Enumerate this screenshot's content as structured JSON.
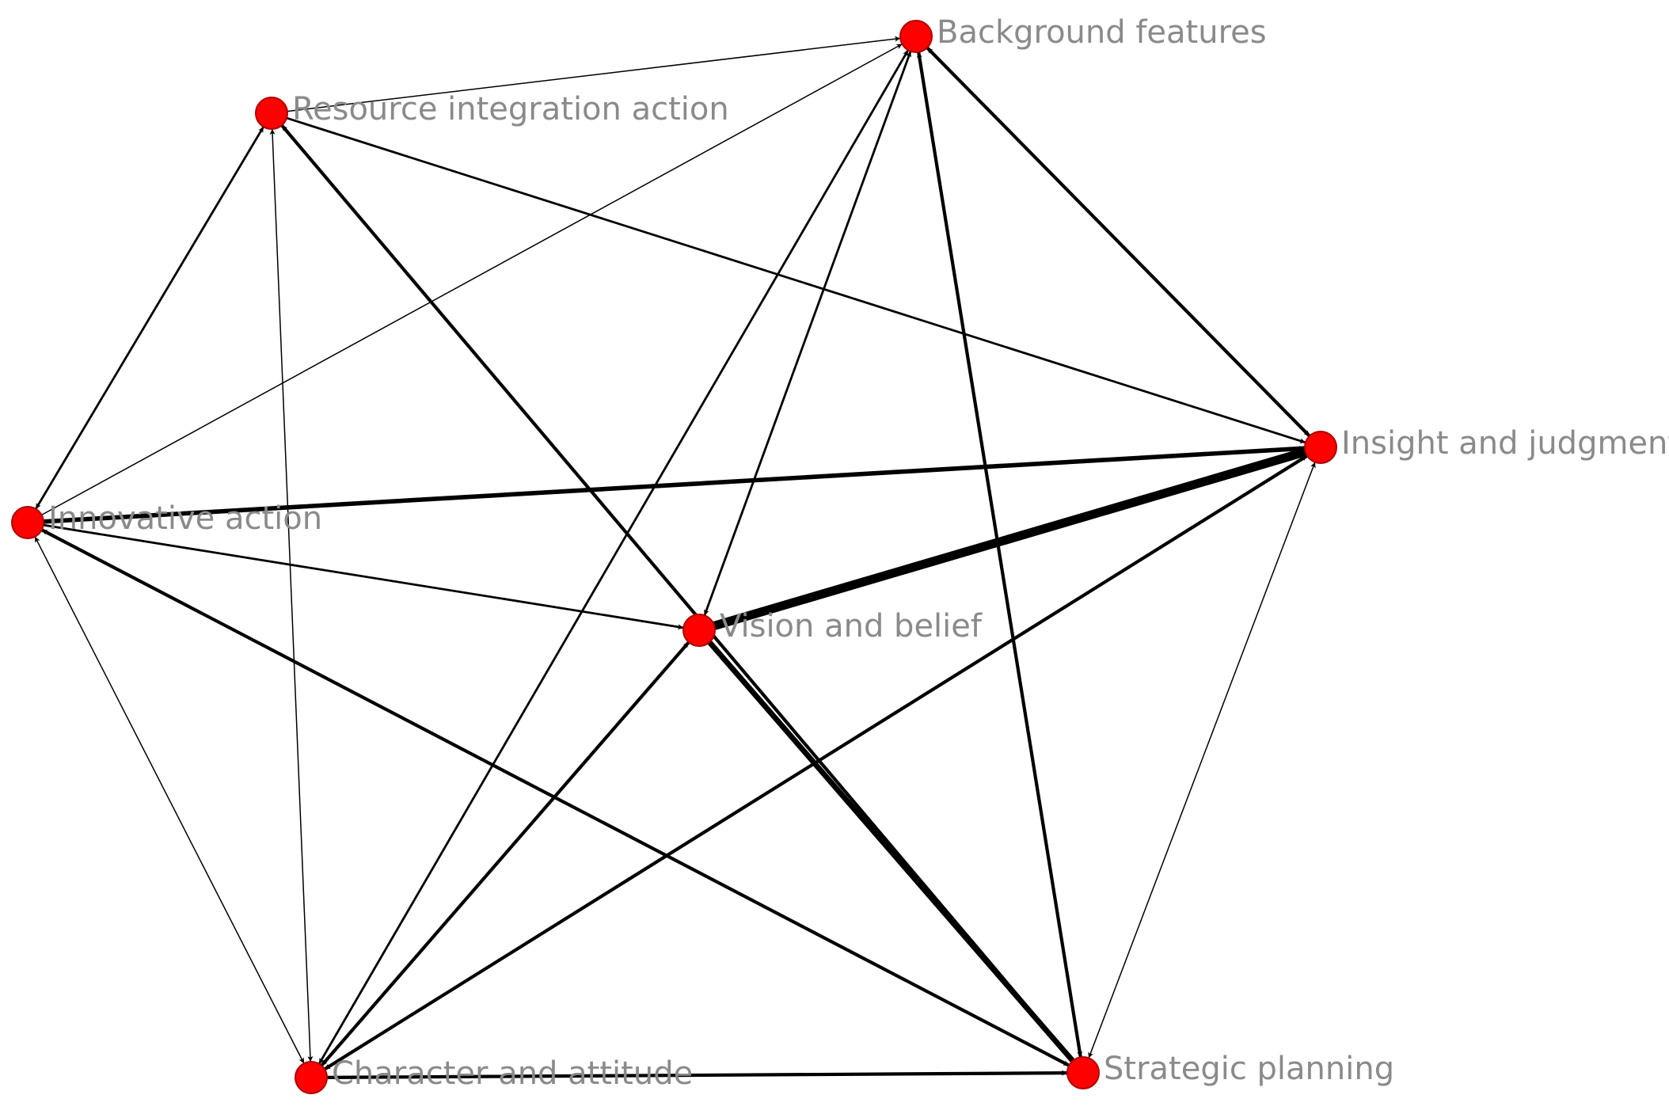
{
  "diagram": {
    "type": "directed-network",
    "node_color": "#ff0000",
    "edge_color": "#000000",
    "label_color": "#8a8a8a",
    "nodes": [
      {
        "id": "bg",
        "label": "Background features"
      },
      {
        "id": "ri",
        "label": "Resource integration action"
      },
      {
        "id": "ij",
        "label": "Insight and judgment"
      },
      {
        "id": "ia",
        "label": "Innovative action"
      },
      {
        "id": "vb",
        "label": "Vision and belief"
      },
      {
        "id": "ca",
        "label": "Character and attitude"
      },
      {
        "id": "sp",
        "label": "Strategic planning"
      }
    ],
    "edges": [
      {
        "from": "ri",
        "to": "bg",
        "weight": 1
      },
      {
        "from": "ia",
        "to": "bg",
        "weight": 1
      },
      {
        "from": "ri",
        "to": "ij",
        "weight": 2
      },
      {
        "from": "ia",
        "to": "ri",
        "weight": 2,
        "bidirectional": true
      },
      {
        "from": "ri",
        "to": "ca",
        "weight": 1,
        "bidirectional": true
      },
      {
        "from": "ri",
        "to": "sp",
        "weight": 3,
        "bidirectional": true
      },
      {
        "from": "ia",
        "to": "ij",
        "weight": 4
      },
      {
        "from": "ia",
        "to": "vb",
        "weight": 2
      },
      {
        "from": "ia",
        "to": "ca",
        "weight": 1,
        "bidirectional": true
      },
      {
        "from": "ia",
        "to": "sp",
        "weight": 3,
        "bidirectional": true
      },
      {
        "from": "bg",
        "to": "ij",
        "weight": 3,
        "bidirectional": true
      },
      {
        "from": "bg",
        "to": "sp",
        "weight": 3,
        "bidirectional": true
      },
      {
        "from": "bg",
        "to": "vb",
        "weight": 2,
        "bidirectional": true
      },
      {
        "from": "bg",
        "to": "ca",
        "weight": 2,
        "bidirectional": true
      },
      {
        "from": "vb",
        "to": "ij",
        "weight": 8
      },
      {
        "from": "vb",
        "to": "sp",
        "weight": 5
      },
      {
        "from": "ca",
        "to": "vb",
        "weight": 3,
        "bidirectional": true
      },
      {
        "from": "ca",
        "to": "ij",
        "weight": 3,
        "bidirectional": true
      },
      {
        "from": "ca",
        "to": "sp",
        "weight": 3
      },
      {
        "from": "sp",
        "to": "ij",
        "weight": 1,
        "bidirectional": true
      }
    ]
  }
}
